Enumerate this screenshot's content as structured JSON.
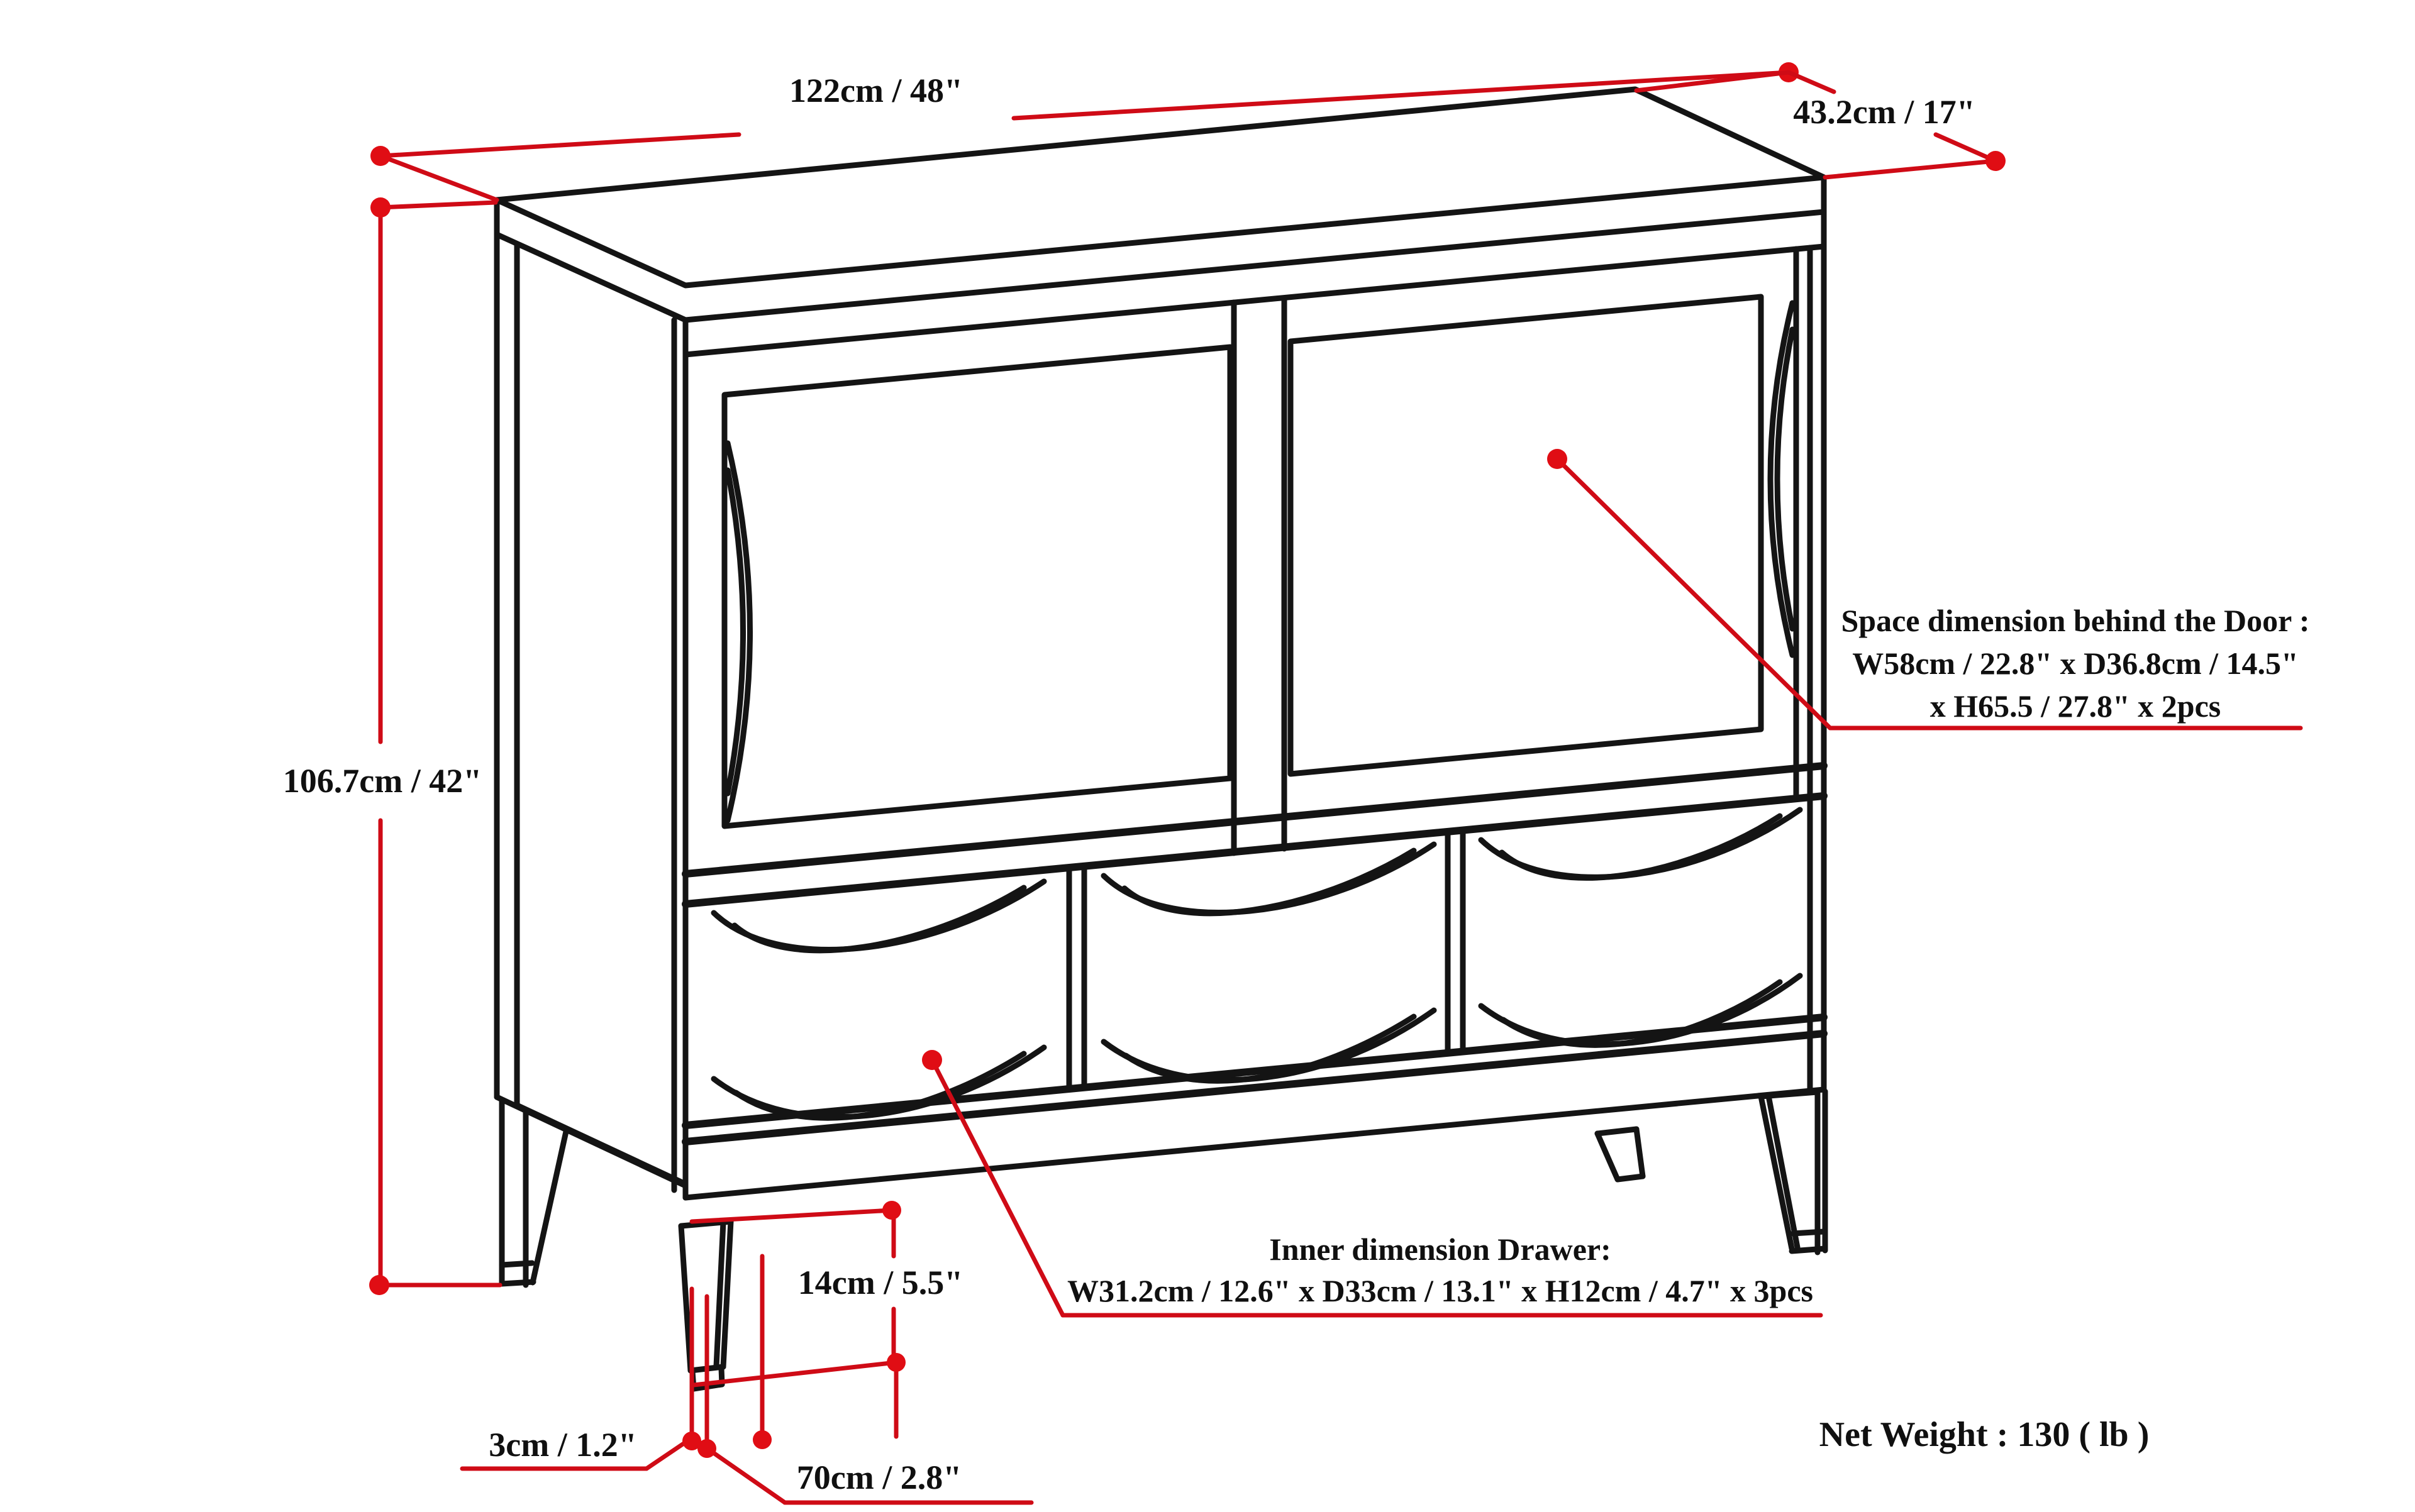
{
  "diagram_title": "Cabinet dimension diagram",
  "colors": {
    "background": "#ffffff",
    "line_art": "#141414",
    "dimension_accent": "#cf0b16",
    "marker_dot": "#e00d14",
    "text": "#101010"
  },
  "labels": {
    "width": "122cm / 48\"",
    "depth": "43.2cm / 17\"",
    "height": "106.7cm / 42\"",
    "leg_height": "14cm / 5.5\"",
    "foot_thickness": "3cm / 1.2\"",
    "foot_width": "70cm / 2.8\"",
    "door_space_line1": "Space dimension behind the Door :",
    "door_space_line2": "W58cm / 22.8\" x D36.8cm / 14.5\"",
    "door_space_line3": "x H65.5 / 27.8\" x 2pcs",
    "drawer_line1": "Inner dimension Drawer:",
    "drawer_line2": "W31.2cm / 12.6\" x D33cm / 13.1\" x H12cm / 4.7\" x 3pcs",
    "net_weight": "Net Weight : 130 ( lb )"
  }
}
